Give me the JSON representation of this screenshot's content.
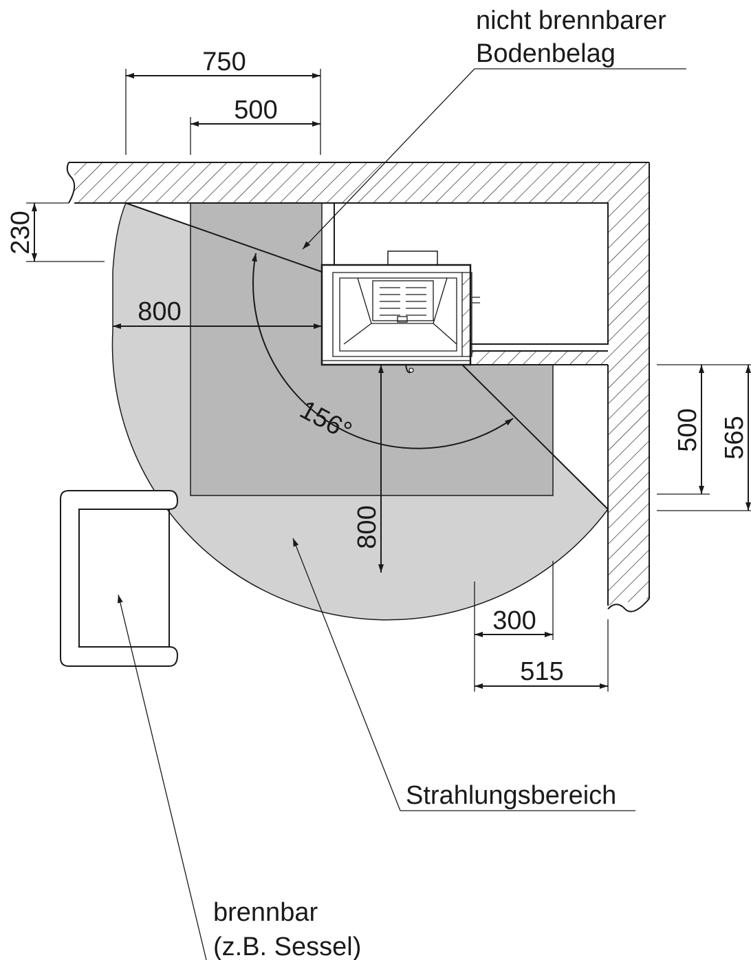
{
  "dimensions": {
    "top_outer": "750",
    "top_inner": "500",
    "left_vertical": "230",
    "left_horizontal": "800",
    "angle": "156°",
    "bottom_vertical": "800",
    "right_inner": "500",
    "right_outer": "565",
    "bottom_inner": "300",
    "bottom_outer": "515"
  },
  "labels": {
    "floor_line1": "nicht brennbarer",
    "floor_line2": "Bodenbelag",
    "radiation": "Strahlungsbereich",
    "combustible_line1": "brennbar",
    "combustible_line2": "(z.B. Sessel)"
  },
  "colors": {
    "radiation_zone": "#d2d2d2",
    "floor_zone": "#b8b8b8",
    "line": "#1a1a1a",
    "background": "#ffffff"
  }
}
